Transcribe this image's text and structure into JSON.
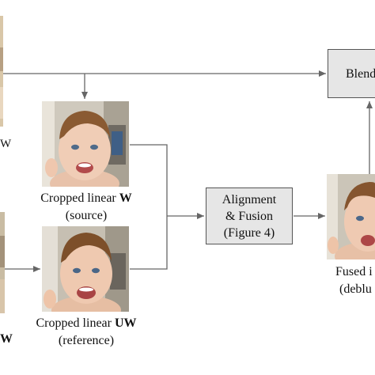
{
  "nodes": {
    "blend": {
      "label": "Blend"
    },
    "alignment": {
      "line1": "Alignment",
      "line2": "& Fusion",
      "line3": "(Figure 4)"
    },
    "crop_w": {
      "prefix": "Cropped linear ",
      "bold": "W",
      "sub": "(source)"
    },
    "crop_uw": {
      "prefix": "Cropped linear ",
      "bold": "UW",
      "sub": "(reference)"
    },
    "fused": {
      "line1": "Fused i",
      "line2": "(deblu"
    },
    "left_w_label": "W",
    "left_w_bold": "W"
  },
  "colors": {
    "box_fill": "#e6e6e6",
    "box_border": "#555555",
    "arrow": "#666666"
  }
}
